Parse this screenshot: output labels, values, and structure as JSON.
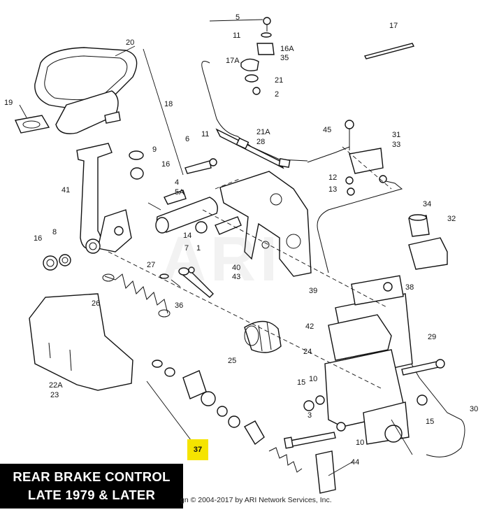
{
  "title": {
    "line1": "REAR BRAKE CONTROL",
    "line2": "LATE 1979 & LATER"
  },
  "copyright": "gn © 2004-2017 by ARI Network Services, Inc.",
  "watermark": "ARI",
  "highlighted_ref": "37",
  "colors": {
    "highlight": "#f5e400",
    "title_bg": "#000000",
    "title_text": "#ffffff"
  },
  "callouts": [
    {
      "id": "c5",
      "text": "5"
    },
    {
      "id": "c11a",
      "text": "11"
    },
    {
      "id": "c16a",
      "text": "16A"
    },
    {
      "id": "c35",
      "text": "35"
    },
    {
      "id": "c17a",
      "text": "17A"
    },
    {
      "id": "c21",
      "text": "21"
    },
    {
      "id": "c2",
      "text": "2"
    },
    {
      "id": "c17",
      "text": "17"
    },
    {
      "id": "c20",
      "text": "20"
    },
    {
      "id": "c19",
      "text": "19"
    },
    {
      "id": "c18",
      "text": "18"
    },
    {
      "id": "c21a",
      "text": "21A"
    },
    {
      "id": "c28",
      "text": "28"
    },
    {
      "id": "c45",
      "text": "45"
    },
    {
      "id": "c31",
      "text": "31"
    },
    {
      "id": "c33",
      "text": "33"
    },
    {
      "id": "c12",
      "text": "12"
    },
    {
      "id": "c13",
      "text": "13"
    },
    {
      "id": "c6",
      "text": "6"
    },
    {
      "id": "c11b",
      "text": "11"
    },
    {
      "id": "c9",
      "text": "9"
    },
    {
      "id": "c16b",
      "text": "16"
    },
    {
      "id": "c4",
      "text": "4"
    },
    {
      "id": "c5a",
      "text": "5A"
    },
    {
      "id": "c41",
      "text": "41"
    },
    {
      "id": "c34",
      "text": "34"
    },
    {
      "id": "c32",
      "text": "32"
    },
    {
      "id": "c14",
      "text": "14"
    },
    {
      "id": "c16c",
      "text": "16"
    },
    {
      "id": "c8",
      "text": "8"
    },
    {
      "id": "c7",
      "text": "7"
    },
    {
      "id": "c1",
      "text": "1"
    },
    {
      "id": "c40",
      "text": "40"
    },
    {
      "id": "c43",
      "text": "43"
    },
    {
      "id": "c27",
      "text": "27"
    },
    {
      "id": "c39",
      "text": "39"
    },
    {
      "id": "c38",
      "text": "38"
    },
    {
      "id": "c26",
      "text": "26"
    },
    {
      "id": "c36",
      "text": "36"
    },
    {
      "id": "c42",
      "text": "42"
    },
    {
      "id": "c29",
      "text": "29"
    },
    {
      "id": "c24",
      "text": "24"
    },
    {
      "id": "c25",
      "text": "25"
    },
    {
      "id": "c22a",
      "text": "22A"
    },
    {
      "id": "c23",
      "text": "23"
    },
    {
      "id": "c15a",
      "text": "15"
    },
    {
      "id": "c10a",
      "text": "10"
    },
    {
      "id": "c3",
      "text": "3"
    },
    {
      "id": "c15b",
      "text": "15"
    },
    {
      "id": "c30",
      "text": "30"
    },
    {
      "id": "c10b",
      "text": "10"
    },
    {
      "id": "c44",
      "text": "44"
    }
  ]
}
